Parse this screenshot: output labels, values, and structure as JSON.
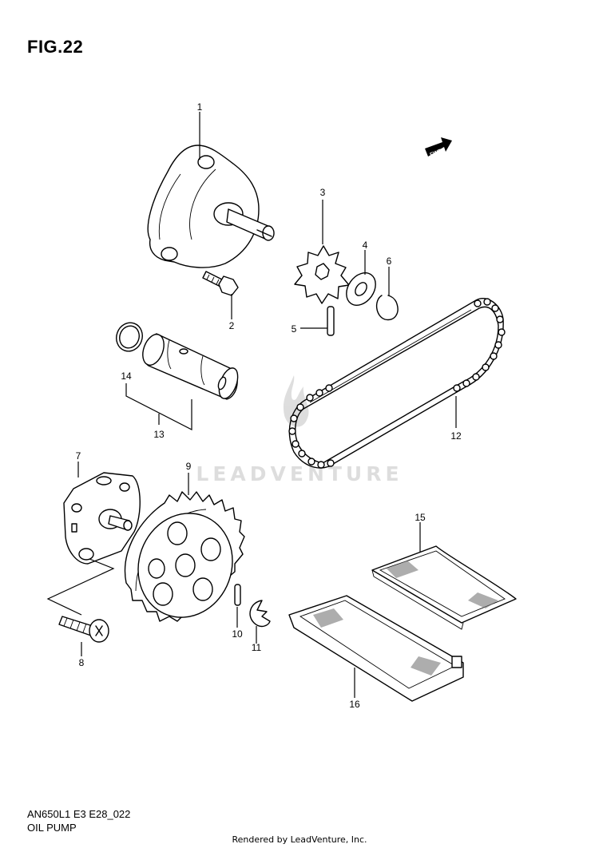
{
  "header": {
    "figure_label": "FIG.22"
  },
  "footer": {
    "model_code": "AN650L1 E3 E28_022",
    "section_name": "OIL PUMP",
    "credit": "Rendered by LeadVenture, Inc."
  },
  "watermark": {
    "text": "LEADVENTURE"
  },
  "fwd_marker": {
    "text": "FWD"
  },
  "callouts": [
    "1",
    "2",
    "3",
    "4",
    "5",
    "6",
    "7",
    "8",
    "9",
    "10",
    "11",
    "12",
    "13",
    "14",
    "15",
    "16"
  ]
}
